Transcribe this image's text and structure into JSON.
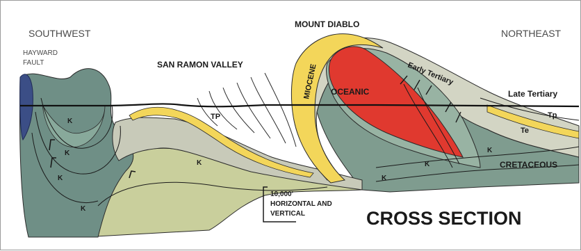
{
  "diagram": {
    "title": "CROSS SECTION",
    "directions": {
      "left": "SOUTHWEST",
      "right": "NORTHEAST"
    },
    "features": {
      "fault_line1": "HAYWARD",
      "fault_line2": "FAULT",
      "valley": "SAN RAMON VALLEY",
      "mountain": "MOUNT DIABLO"
    },
    "units": {
      "miocene": "MIOCENE",
      "oceanic": "OCEANIC",
      "early_tertiary": "Early Tertiary",
      "late_tertiary": "Late Tertiary",
      "tp_left": "TP",
      "tp_right": "Tp",
      "te": "Te",
      "cretaceous": "CRETACEOUS",
      "k": "K"
    },
    "scale": {
      "line1": "10,000'",
      "line2": "HORIZONTAL AND",
      "line3": "VERTICAL"
    },
    "colors": {
      "cretaceous_dark": "#6f8f86",
      "cretaceous_green": "#98b3a3",
      "olive_k": "#c9cf9c",
      "tertiary_gray": "#c8cab9",
      "miocene_yellow": "#f3d65a",
      "oceanic_red": "#e0392f",
      "fault_blue": "#3b4e86"
    }
  }
}
